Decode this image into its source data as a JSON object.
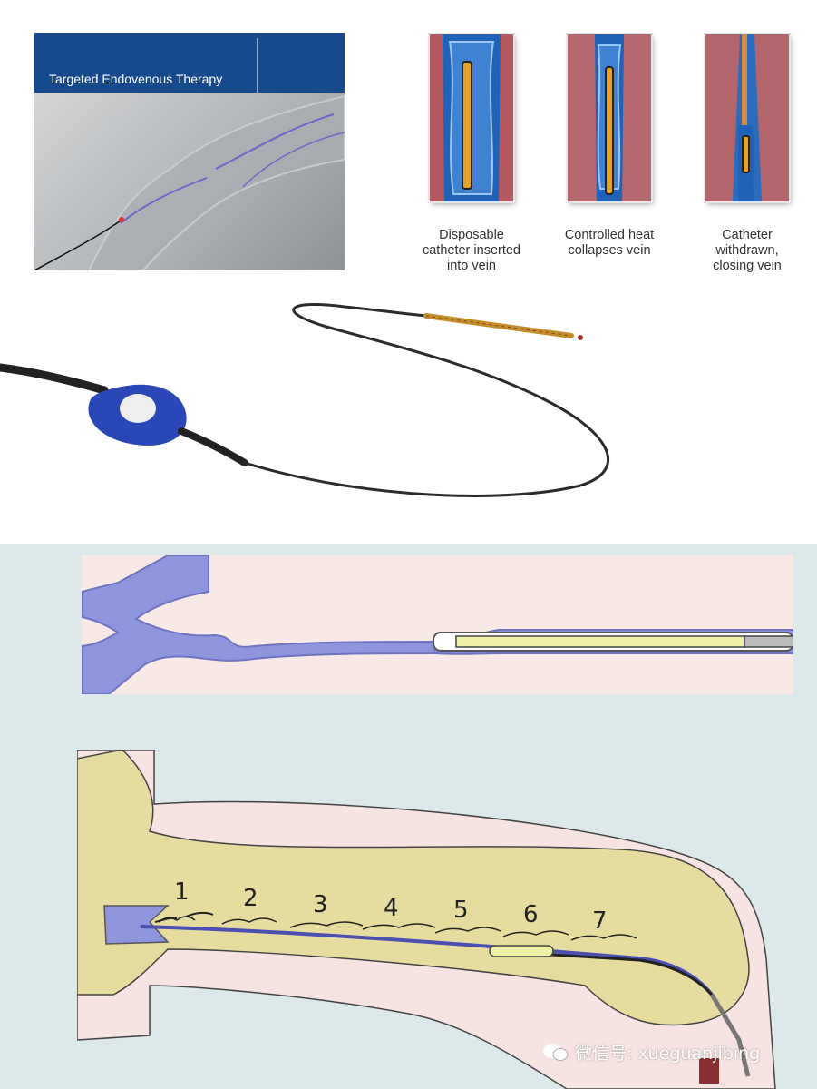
{
  "banner": {
    "title": "Targeted Endovenous Therapy"
  },
  "steps": [
    {
      "caption": "Disposable\ncatheter inserted\ninto vein"
    },
    {
      "caption": "Controlled heat\ncollapses vein"
    },
    {
      "caption": "Catheter\nwithdrawn,\nclosing vein"
    }
  ],
  "segments": [
    "1",
    "2",
    "3",
    "4",
    "5",
    "6",
    "7"
  ],
  "watermark": {
    "text": "微信号: xueguanjibing"
  },
  "colors": {
    "banner_blue": "#174a8c",
    "vein_blue": "#8f95dd",
    "skin_pink": "#f7e3e2",
    "bone_tan": "#e6dca0",
    "bg_blue_gray": "#dde8ea"
  }
}
